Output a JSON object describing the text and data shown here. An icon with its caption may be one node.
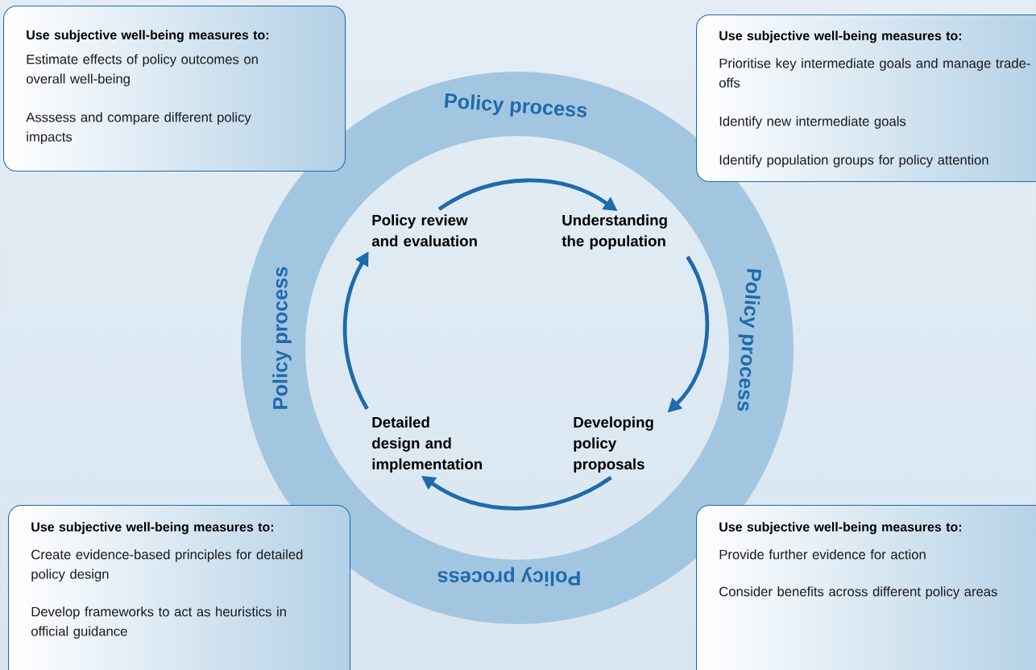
{
  "diagram": {
    "nodes": [
      {
        "text": [
          "Use subjective well-being measures to:",
          "Estimate effects of policy outcomes on overall well-being",
          "Asssess and compare different policy impacts"
        ]
      },
      {
        "text": [
          "Use subjective well-being measures to:",
          "Prioritise key intermediate goals and manage trade-offs",
          "Identify new intermediate goals",
          "Identify population groups for policy attention"
        ]
      },
      {
        "text": [
          "Policy process",
          "Policy process",
          "Policy process",
          "Policy process"
        ]
      },
      {
        "text": [
          "Policy review and evaluation"
        ],
        "in": 2
      },
      {
        "text": [
          "Understanding the population"
        ],
        "in": 2
      },
      {
        "text": [
          "Developing policy proposals"
        ],
        "in": 2
      },
      {
        "text": [
          "Detailed design and implementation"
        ],
        "in": 2
      },
      {
        "text": [
          "Use subjective well-being measures to:",
          "Create evidence-based principles for detailed policy design",
          "Develop frameworks to act as heuristics in official guidance"
        ]
      },
      {
        "text": [
          "Use subjective well-being measures to:",
          "Provide further evidence for action",
          "Consider benefits across different policy areas"
        ]
      }
    ],
    "edges": [
      {
        "from": 3,
        "to": 4,
        "arrow": "to"
      },
      {
        "from": 4,
        "to": 5,
        "arrow": "to"
      },
      {
        "from": 5,
        "to": 6,
        "arrow": "to"
      },
      {
        "from": 6,
        "to": 3,
        "arrow": "to"
      }
    ]
  }
}
